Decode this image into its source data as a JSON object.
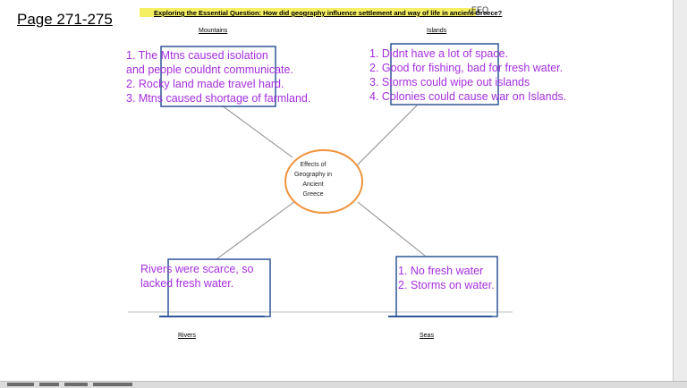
{
  "page_ref": "Page 271-275",
  "title": "Exploring the Essential Question: How did geography influence settlement and way of life in ancient Greece?",
  "eeq_label": "EEQ",
  "center_label": [
    "Effects of",
    "Geography in",
    "Ancient",
    "Greece"
  ],
  "categories": {
    "mountains": "Mountains",
    "islands": "Islands",
    "rivers": "Rivers",
    "seas": "Seas"
  },
  "notes": {
    "mountains": [
      "1. The Mtns caused isolation",
      "and people couldnt communicate.",
      "2. Rocky land made travel hard.",
      "3. Mtns caused shortage of farmland."
    ],
    "islands": [
      "1. Didnt have a lot of space.",
      "2. Good for fishing, bad for fresh water.",
      "3. Storms could wipe out islands",
      "4. Colonies could cause war on Islands."
    ],
    "rivers": [
      "Rivers were scarce, so",
      "lacked fresh water."
    ],
    "seas": [
      "1. No fresh water",
      "2. Storms on water."
    ]
  },
  "colors": {
    "annotation": "#a52ee0",
    "box_outline": "#2f5597",
    "center_outline": "#f0923a",
    "highlight": "#f4ef63"
  }
}
